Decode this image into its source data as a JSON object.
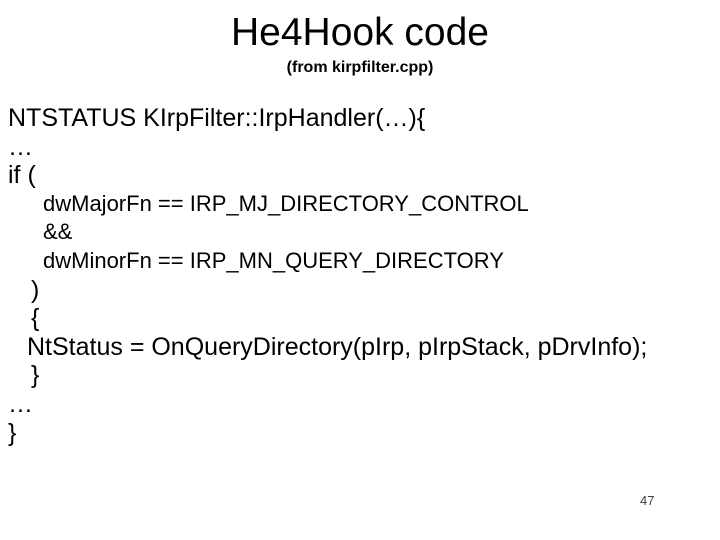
{
  "slide": {
    "title": "He4Hook code",
    "subtitle": "(from kirpfilter.cpp)",
    "page_number": "47"
  },
  "colors": {
    "background": "#ffffff",
    "text": "#000000",
    "page_number": "#404040"
  },
  "code": {
    "lines": [
      "NTSTATUS KIrpFilter::IrpHandler(…){",
      "…",
      "if (",
      "dwMajorFn == IRP_MJ_DIRECTORY_CONTROL",
      "&&",
      "dwMinorFn == IRP_MN_QUERY_DIRECTORY",
      ")",
      "{",
      "NtStatus = OnQueryDirectory(pIrp, pIrpStack, pDrvInfo);",
      "}",
      "…",
      "}"
    ]
  }
}
